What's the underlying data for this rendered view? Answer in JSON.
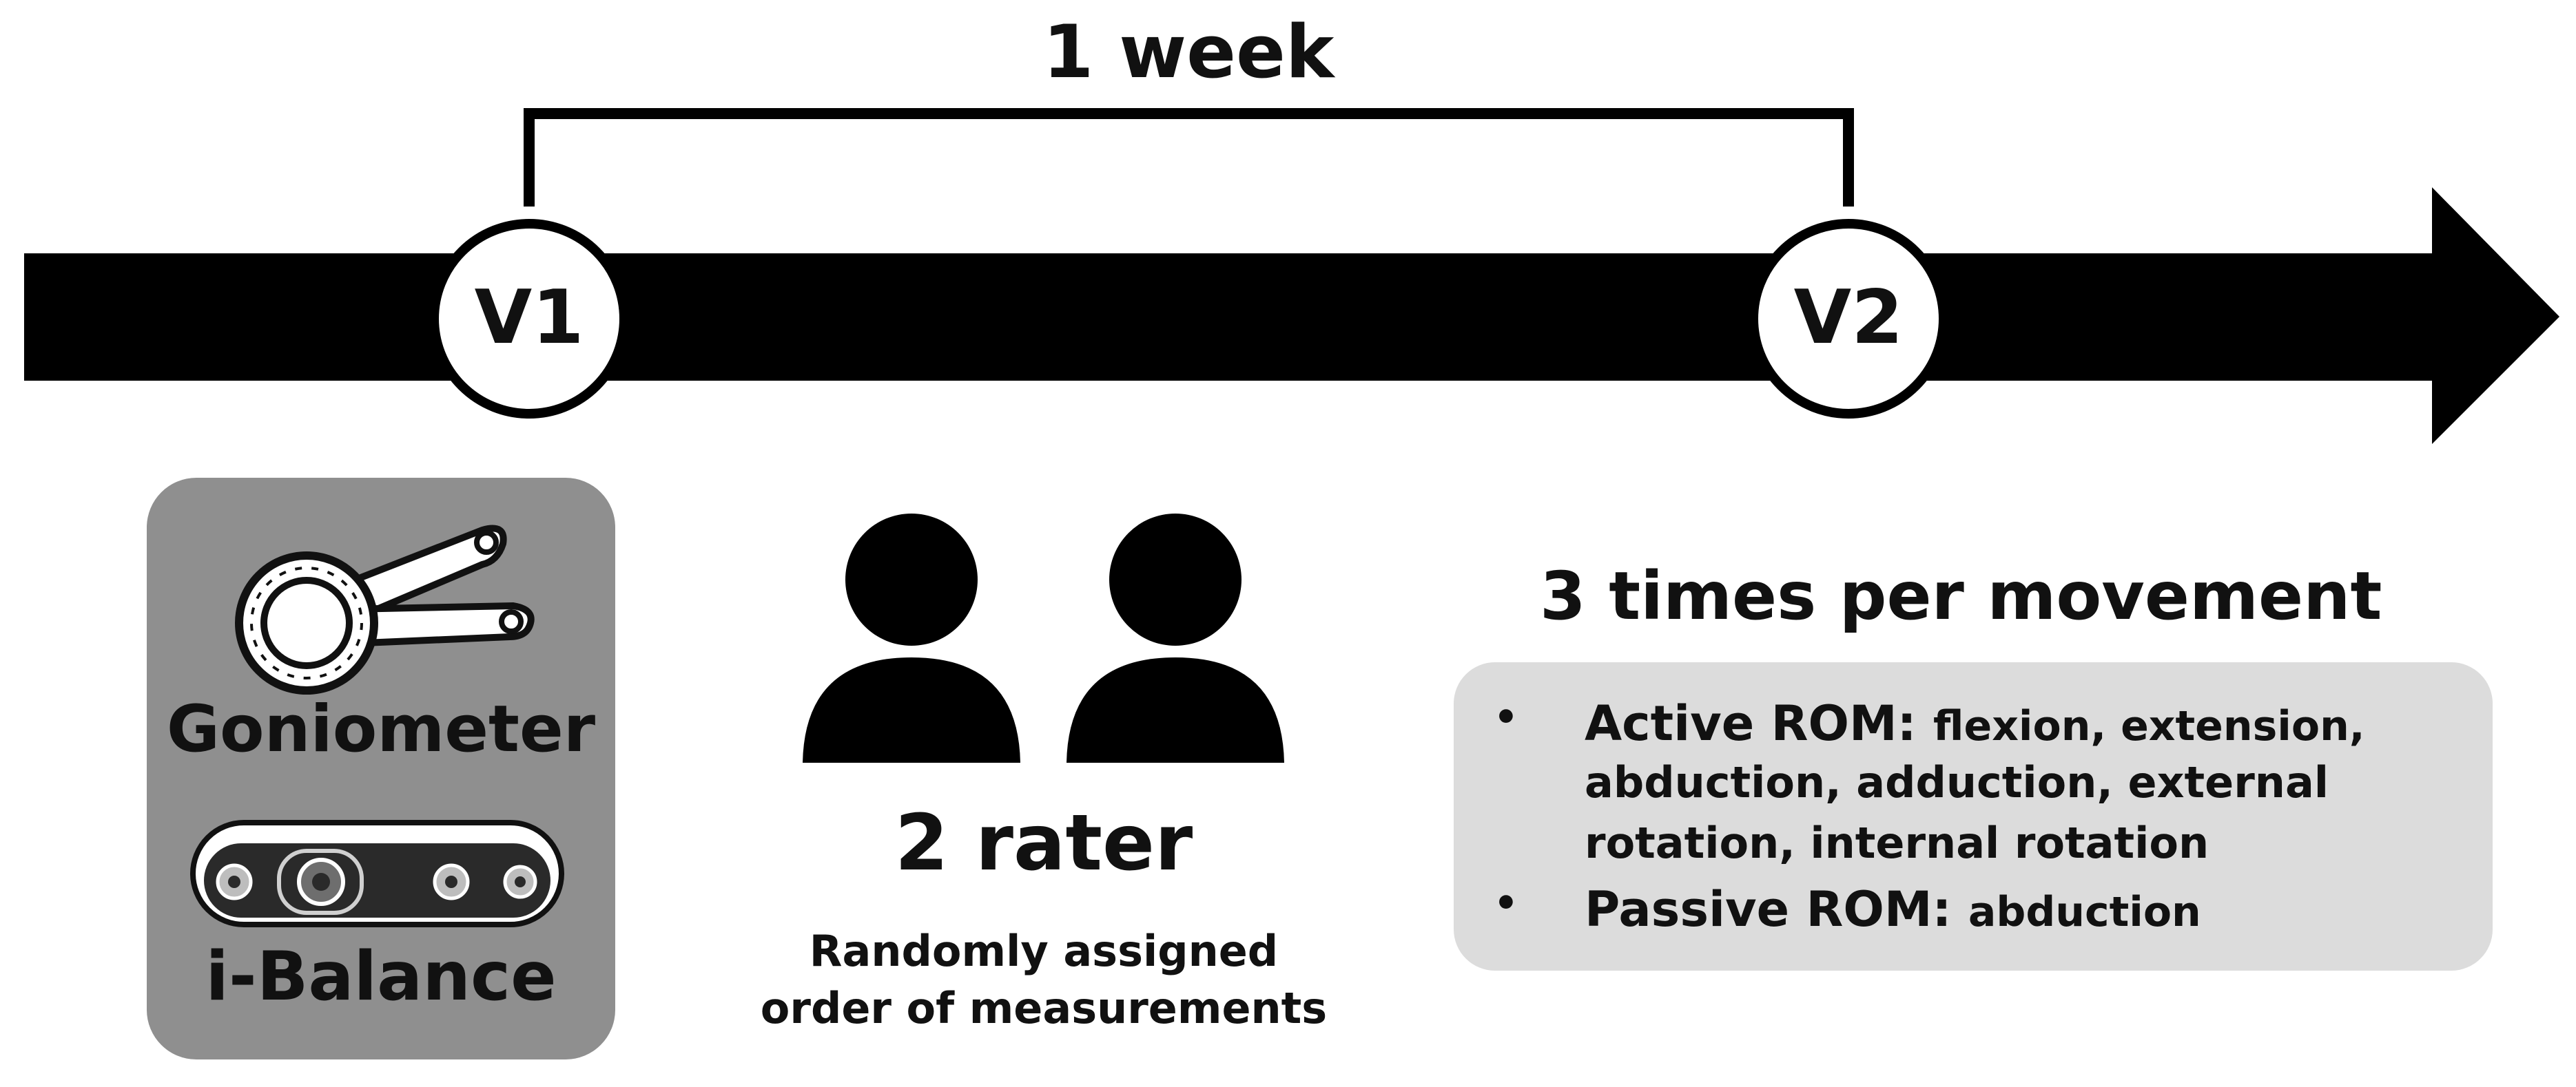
{
  "timeline": {
    "interval_label": "1 week",
    "visit_1": "V1",
    "visit_2": "V2"
  },
  "instruments": {
    "goniometer_label": "Goniometer",
    "ibalance_label": "i-Balance",
    "goniometer_icon": "goniometer-icon",
    "ibalance_icon": "depth-camera-icon",
    "box_color": "#8f8f8f"
  },
  "raters": {
    "count_label": "2 rater",
    "note_line1": "Randomly assigned",
    "note_line2": "order of measurements",
    "icon": "people-icon"
  },
  "movements": {
    "heading": "3 times per movement",
    "active_title": "Active ROM:",
    "active_line1": "flexion, extension,",
    "active_line2": "abduction, adduction, external",
    "active_line3": "rotation, internal rotation",
    "passive_title": "Passive ROM:",
    "passive_items": "abduction",
    "box_color": "#dcdcdc"
  }
}
